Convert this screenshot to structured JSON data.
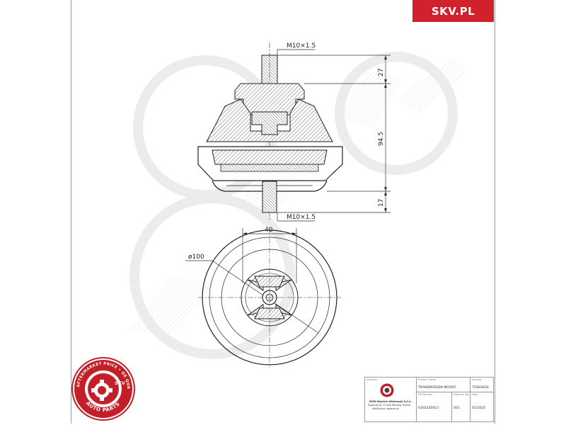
{
  "brand": {
    "site": "SKV.PL",
    "accent": "#d0212d"
  },
  "drawing": {
    "dims": {
      "thread_top": "M10×1.5",
      "thread_bottom": "M10×1.5",
      "top_height": "27",
      "total_height": "94.5",
      "bottom_height": "17",
      "stud_width": "40",
      "diameter": "ø100"
    }
  },
  "badge": {
    "ring_text": "AFTERMARKET PRICE • OE QUALITY",
    "bottom_text": "AUTO PARTS",
    "center_text": "SKV"
  },
  "title_block": {
    "importer_label": "Importer",
    "product_label": "Product name",
    "symbol_label": "Symbol",
    "oe_label": "OE Number",
    "diagram_label": "Diagram No.",
    "date_label": "Date",
    "product_name": "TRANSMISSION MOUNT",
    "symbol": "75SKV820",
    "oe_number": "6302420013",
    "diagram_no": "001",
    "date": "01/2025",
    "company_line1": "ESEN Wojciech Wiśniewski S.K.A.",
    "company_line2": "Paprocka 65, 57-600 Wrocław, Poland",
    "company_line3": "info@skv.pl, www.skv.pl"
  }
}
